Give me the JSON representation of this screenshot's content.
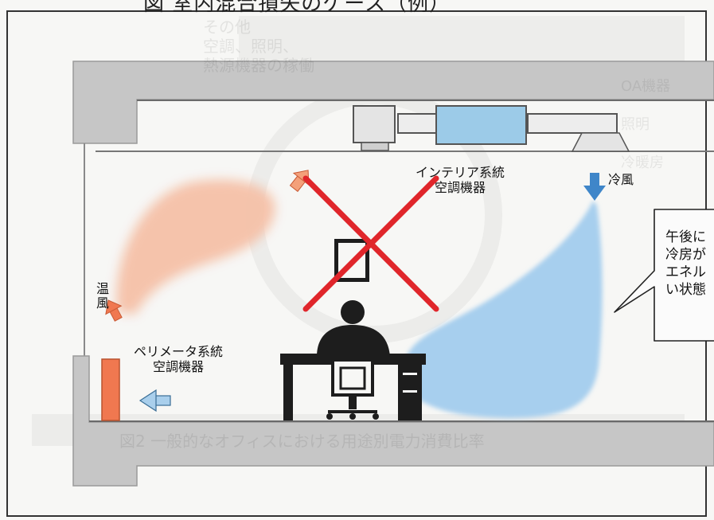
{
  "figure": {
    "title_fragment": "図  室内混合損失のケース（例）",
    "labels": {
      "interior_system": [
        "インテリア系統",
        "空調機器"
      ],
      "perimeter_system": [
        "ペリメータ系統",
        "空調機器"
      ],
      "cold_air": "冷風",
      "warm_air": "温風"
    },
    "callout_lines": [
      "午後に",
      "冷房が",
      "エネル",
      "い状態"
    ],
    "background_ghost_text": {
      "top": [
        "その他",
        "空調、照明、",
        "熱源機器の稼働"
      ],
      "left": [
        "OA機器",
        "照明",
        "冷暖房"
      ],
      "bottom": "図2  一般的なオフィスにおける用途別電力消費比率"
    },
    "colors": {
      "warm": "#f07850",
      "warm_plume": "#f7c8b0",
      "cold": "#3f86c9",
      "cold_plume": "#a9cfec",
      "cross": "#e0262b",
      "structure": "#c7c7c7",
      "interior_unit": "#9ccbe8"
    }
  }
}
